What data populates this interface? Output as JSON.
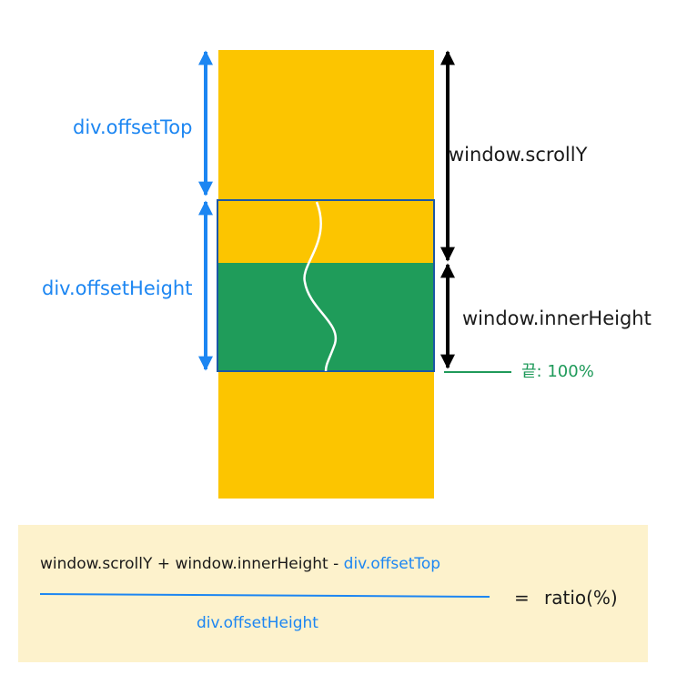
{
  "colors": {
    "page_color": "#fcc500",
    "viewport_color": "#1f9c5a",
    "label_blue": "#1c86f2",
    "label_dark": "#1a1a1a",
    "end_green": "#1f9a5a",
    "formula_bg": "#fdf2cc"
  },
  "labels": {
    "offset_top": "div.offsetTop",
    "offset_height": "div.offsetHeight",
    "scroll_y": "window.scrollY",
    "inner_height": "window.innerHeight",
    "end_marker": "끝: 100%"
  },
  "formula": {
    "numerator_dark": "window.scrollY + window.innerHeight - ",
    "numerator_blue": "div.offsetTop",
    "denominator": "div.offsetHeight",
    "equals": "=",
    "result": "ratio(%)"
  }
}
